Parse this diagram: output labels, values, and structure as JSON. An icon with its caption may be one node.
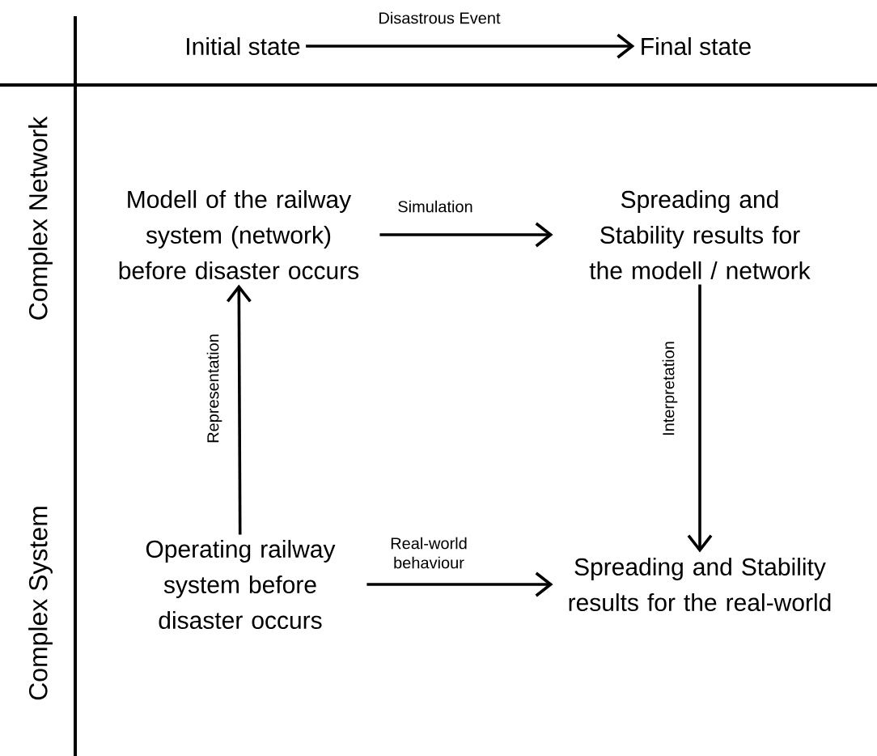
{
  "diagram": {
    "nodes": [
      {
        "text": [
          "Initial state"
        ]
      },
      {
        "text": [
          "Final state"
        ]
      },
      {
        "text": [
          "Modell of the railway system (network) before disaster occurs"
        ]
      },
      {
        "text": [
          "Spreading and Stability results for the modell / network"
        ]
      },
      {
        "text": [
          "Operating railway system before disaster occurs"
        ]
      },
      {
        "text": [
          "Spreading and Stability results for the real-world"
        ]
      }
    ],
    "edges": [
      {
        "from": 0,
        "to": 1,
        "arrow": "to",
        "label": "Disastrous Event"
      },
      {
        "from": 2,
        "to": 3,
        "arrow": "to",
        "label": "Simulation"
      },
      {
        "from": 4,
        "to": 2,
        "arrow": "to",
        "label": "Representation"
      },
      {
        "from": 3,
        "to": 5,
        "arrow": "to",
        "label": "Interpretation"
      },
      {
        "from": 4,
        "to": 5,
        "arrow": "to",
        "label": "Real-world behaviour"
      }
    ],
    "labels": [
      "Complex Network",
      "Complex System"
    ]
  }
}
